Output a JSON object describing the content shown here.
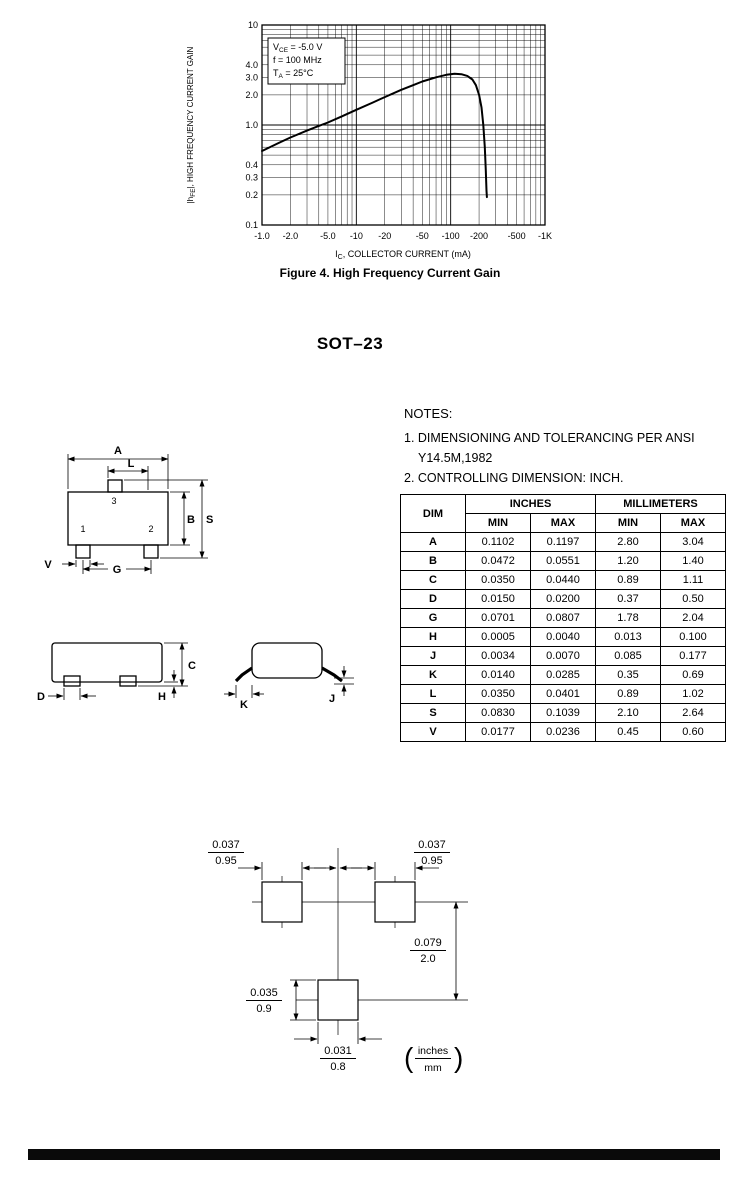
{
  "figure": {
    "caption": "Figure 4. High Frequency Current Gain"
  },
  "section_title": "SOT–23",
  "chart": {
    "ylabel": {
      "p1": "|h",
      "sub": "FE",
      "p2": "|, HIGH FREQUENCY CURRENT GAIN"
    },
    "xlabel": {
      "p1": "I",
      "sub": "C",
      "p2": ", COLLECTOR CURRENT (mA)"
    },
    "cond1": {
      "p1": "V",
      "sub": "CE",
      "p2": " = -5.0 V"
    },
    "cond2": "f = 100 MHz",
    "cond3": {
      "p1": "T",
      "sub": "A",
      "p2": " = 25°C"
    }
  },
  "chart_data": {
    "type": "line",
    "title": "Figure 4. High Frequency Current Gain",
    "xlabel": "IC, COLLECTOR CURRENT (mA)",
    "ylabel": "|hFE|, HIGH FREQUENCY CURRENT GAIN",
    "x_scale": "log",
    "y_scale": "log",
    "x_range": [
      1,
      1000
    ],
    "y_range": [
      0.1,
      10
    ],
    "grid": true,
    "conditions": [
      "VCE = -5.0 V",
      "f = 100 MHz",
      "TA = 25°C"
    ],
    "x_ticks": [
      {
        "v": 1,
        "label": "-1.0"
      },
      {
        "v": 2,
        "label": "-2.0"
      },
      {
        "v": 5,
        "label": "-5.0"
      },
      {
        "v": 10,
        "label": "-10"
      },
      {
        "v": 20,
        "label": "-20"
      },
      {
        "v": 50,
        "label": "-50"
      },
      {
        "v": 100,
        "label": "-100"
      },
      {
        "v": 200,
        "label": "-200"
      },
      {
        "v": 500,
        "label": "-500"
      },
      {
        "v": 1000,
        "label": "-1K"
      }
    ],
    "y_ticks": [
      {
        "v": 10,
        "label": "10"
      },
      {
        "v": 4,
        "label": "4.0"
      },
      {
        "v": 3,
        "label": "3.0"
      },
      {
        "v": 2,
        "label": "2.0"
      },
      {
        "v": 1,
        "label": "1.0"
      },
      {
        "v": 0.4,
        "label": "0.4"
      },
      {
        "v": 0.3,
        "label": "0.3"
      },
      {
        "v": 0.2,
        "label": "0.2"
      },
      {
        "v": 0.1,
        "label": "0.1"
      }
    ],
    "series": [
      {
        "name": "high-frequency-current-gain",
        "points": [
          [
            1,
            0.55
          ],
          [
            1.5,
            0.66
          ],
          [
            2,
            0.75
          ],
          [
            3,
            0.88
          ],
          [
            4,
            0.98
          ],
          [
            5,
            1.06
          ],
          [
            7,
            1.22
          ],
          [
            10,
            1.42
          ],
          [
            15,
            1.68
          ],
          [
            20,
            1.9
          ],
          [
            30,
            2.25
          ],
          [
            40,
            2.5
          ],
          [
            50,
            2.72
          ],
          [
            70,
            3.0
          ],
          [
            90,
            3.18
          ],
          [
            110,
            3.25
          ],
          [
            130,
            3.22
          ],
          [
            150,
            3.1
          ],
          [
            170,
            2.85
          ],
          [
            185,
            2.5
          ],
          [
            200,
            2.0
          ],
          [
            212,
            1.5
          ],
          [
            222,
            1.0
          ],
          [
            230,
            0.6
          ],
          [
            236,
            0.35
          ],
          [
            240,
            0.22
          ],
          [
            242,
            0.19
          ]
        ]
      }
    ]
  },
  "notes": {
    "heading": "NOTES:",
    "n1a": "1. DIMENSIONING AND TOLERANCING PER ANSI",
    "n1b": "Y14.5M,1982",
    "n2": "2. CONTROLLING DIMENSION: INCH."
  },
  "dim_table": {
    "col_dim": "DIM",
    "group_inches": "INCHES",
    "group_mm": "MILLIMETERS",
    "min_label": "MIN",
    "max_label": "MAX",
    "rows": [
      {
        "dim": "A",
        "in_min": "0.1102",
        "in_max": "0.1197",
        "mm_min": "2.80",
        "mm_max": "3.04"
      },
      {
        "dim": "B",
        "in_min": "0.0472",
        "in_max": "0.0551",
        "mm_min": "1.20",
        "mm_max": "1.40"
      },
      {
        "dim": "C",
        "in_min": "0.0350",
        "in_max": "0.0440",
        "mm_min": "0.89",
        "mm_max": "1.11"
      },
      {
        "dim": "D",
        "in_min": "0.0150",
        "in_max": "0.0200",
        "mm_min": "0.37",
        "mm_max": "0.50"
      },
      {
        "dim": "G",
        "in_min": "0.0701",
        "in_max": "0.0807",
        "mm_min": "1.78",
        "mm_max": "2.04"
      },
      {
        "dim": "H",
        "in_min": "0.0005",
        "in_max": "0.0040",
        "mm_min": "0.013",
        "mm_max": "0.100"
      },
      {
        "dim": "J",
        "in_min": "0.0034",
        "in_max": "0.0070",
        "mm_min": "0.085",
        "mm_max": "0.177"
      },
      {
        "dim": "K",
        "in_min": "0.0140",
        "in_max": "0.0285",
        "mm_min": "0.35",
        "mm_max": "0.69"
      },
      {
        "dim": "L",
        "in_min": "0.0350",
        "in_max": "0.0401",
        "mm_min": "0.89",
        "mm_max": "1.02"
      },
      {
        "dim": "S",
        "in_min": "0.0830",
        "in_max": "0.1039",
        "mm_min": "2.10",
        "mm_max": "2.64"
      },
      {
        "dim": "V",
        "in_min": "0.0177",
        "in_max": "0.0236",
        "mm_min": "0.45",
        "mm_max": "0.60"
      }
    ]
  },
  "pkg": {
    "a": "A",
    "l": "L",
    "b": "B",
    "s": "S",
    "g": "G",
    "v": "V",
    "c": "C",
    "h": "H",
    "d": "D",
    "k": "K",
    "j": "J",
    "pin1": "1",
    "pin2": "2",
    "pin3": "3"
  },
  "footprint": {
    "d_top_left": {
      "in": "0.037",
      "mm": "0.95"
    },
    "d_top_right": {
      "in": "0.037",
      "mm": "0.95"
    },
    "d_right": {
      "in": "0.079",
      "mm": "2.0"
    },
    "d_bottom_left": {
      "in": "0.035",
      "mm": "0.9"
    },
    "d_bottom": {
      "in": "0.031",
      "mm": "0.8"
    },
    "legend": {
      "top": "inches",
      "bottom": "mm"
    }
  }
}
